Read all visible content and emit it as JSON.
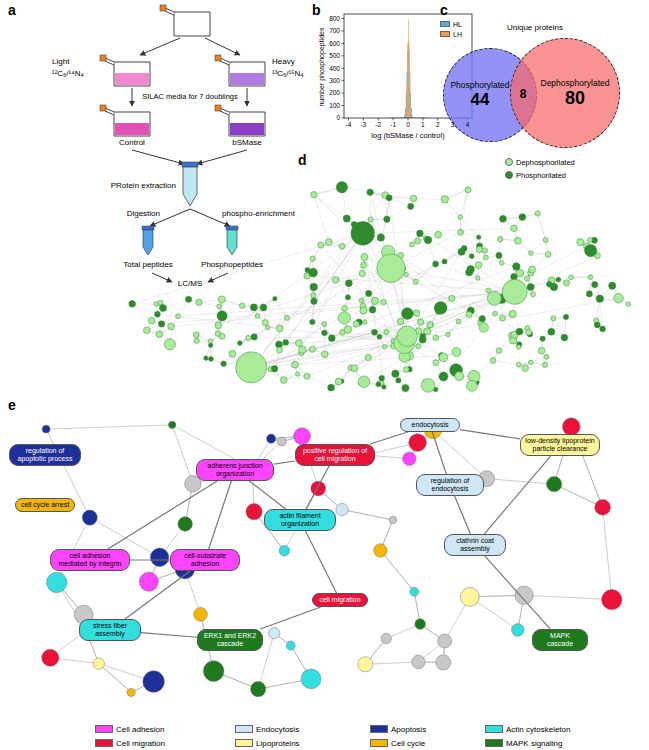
{
  "diagram": {
    "nodes": [
      {
        "text": [
          "Phosphorylated",
          "44"
        ]
      },
      {
        "text": [
          "Dephosphorylated",
          "80"
        ]
      },
      {
        "text": [
          "adherens junction organization"
        ]
      },
      {
        "text": [
          "cell adhesion mediated by integrin"
        ]
      },
      {
        "text": [
          "cell-substrate adhesion"
        ]
      },
      {
        "text": [
          "positive regulation of cell migration"
        ]
      },
      {
        "text": [
          "actin filament organization"
        ]
      },
      {
        "text": [
          "stress fiber assembly"
        ]
      },
      {
        "text": [
          "regulation of endocytosis"
        ]
      },
      {
        "text": [
          "clathrin coat assembly"
        ]
      },
      {
        "text": [
          "endocytosis"
        ]
      },
      {
        "text": [
          "low-density lipoprotein particle clearance"
        ]
      },
      {
        "text": [
          "ERK1 and ERK2 cascade"
        ]
      },
      {
        "text": [
          "regulation of apoptotic process"
        ]
      },
      {
        "text": [
          "cell cycle arrest"
        ]
      },
      {
        "text": [
          "cell migration"
        ]
      },
      {
        "text": [
          "MAPK cascade"
        ]
      }
    ],
    "edges": [
      {
        "from": 2,
        "to": 3,
        "arrow": "none"
      },
      {
        "from": 2,
        "to": 4,
        "arrow": "none"
      },
      {
        "from": 3,
        "to": 4,
        "arrow": "none"
      },
      {
        "from": 2,
        "to": 6,
        "arrow": "none"
      },
      {
        "from": 2,
        "to": 5,
        "arrow": "none"
      },
      {
        "from": 5,
        "to": 6,
        "arrow": "none"
      },
      {
        "from": 4,
        "to": 7,
        "arrow": "none"
      },
      {
        "from": 6,
        "to": 15,
        "arrow": "none"
      },
      {
        "from": 15,
        "to": 12,
        "arrow": "none"
      },
      {
        "from": 7,
        "to": 12,
        "arrow": "none"
      },
      {
        "from": 5,
        "to": 10,
        "arrow": "none"
      },
      {
        "from": 8,
        "to": 10,
        "arrow": "none"
      },
      {
        "from": 8,
        "to": 9,
        "arrow": "none"
      },
      {
        "from": 9,
        "to": 11,
        "arrow": "none"
      },
      {
        "from": 10,
        "to": 11,
        "arrow": "none"
      },
      {
        "from": 9,
        "to": 16,
        "arrow": "none"
      }
    ],
    "labels": [
      "a",
      "b",
      "c",
      "d",
      "e",
      "Light",
      "¹²C₆/¹⁴N₄",
      "Heavy",
      "¹³C₆/¹⁵N₄",
      "SILAC media for 7 doublings",
      "Control",
      "bSMase",
      "PRotein extraction",
      "Digestion",
      "phospho-enrichment",
      "Total peptides",
      "Phosphopeptides",
      "LC/MS",
      "number phosphopeptides",
      "0",
      "100",
      "200",
      "300",
      "400",
      "500",
      "600",
      "700",
      "800",
      "-4",
      "-3",
      "-2",
      "-1",
      "0",
      "1",
      "2",
      "3",
      "4",
      "log (bSMase / control)",
      "Unique proteins",
      "8"
    ],
    "legend": [
      {
        "text": "HL",
        "color": "#5fa8d8"
      },
      {
        "text": "LH",
        "color": "#f7a04c"
      },
      {
        "text": "Dephosphorilated",
        "color": "#a8ec9a"
      },
      {
        "text": "Phosphorilated",
        "color": "#2e8b2e"
      },
      {
        "text": "Cell adhesion",
        "color": "#ff44ff"
      },
      {
        "text": "Endocytosis",
        "color": "#cfe6f6"
      },
      {
        "text": "Apoptosis",
        "color": "#1f2f9a"
      },
      {
        "text": "Actin cytoskeleton",
        "color": "#33dede"
      },
      {
        "text": "Cell migration",
        "color": "#e8123a"
      },
      {
        "text": "Lipoproteins",
        "color": "#fff59a"
      },
      {
        "text": "Cell cycle",
        "color": "#f2b700"
      },
      {
        "text": "MAPK signaling",
        "color": "#1f7a1f"
      }
    ]
  }
}
